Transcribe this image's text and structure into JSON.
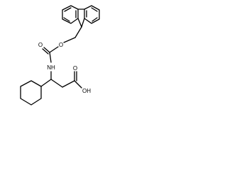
{
  "molecule": {
    "atom_labels": {
      "ester_oxygen": "O",
      "carbonyl_oxygen_carbamate": "O",
      "amide_nh": "NH",
      "acid_carbonyl_oxygen": "O",
      "acid_hydroxyl": "OH"
    },
    "colors": {
      "bond": "#000000",
      "background": "#ffffff"
    }
  }
}
